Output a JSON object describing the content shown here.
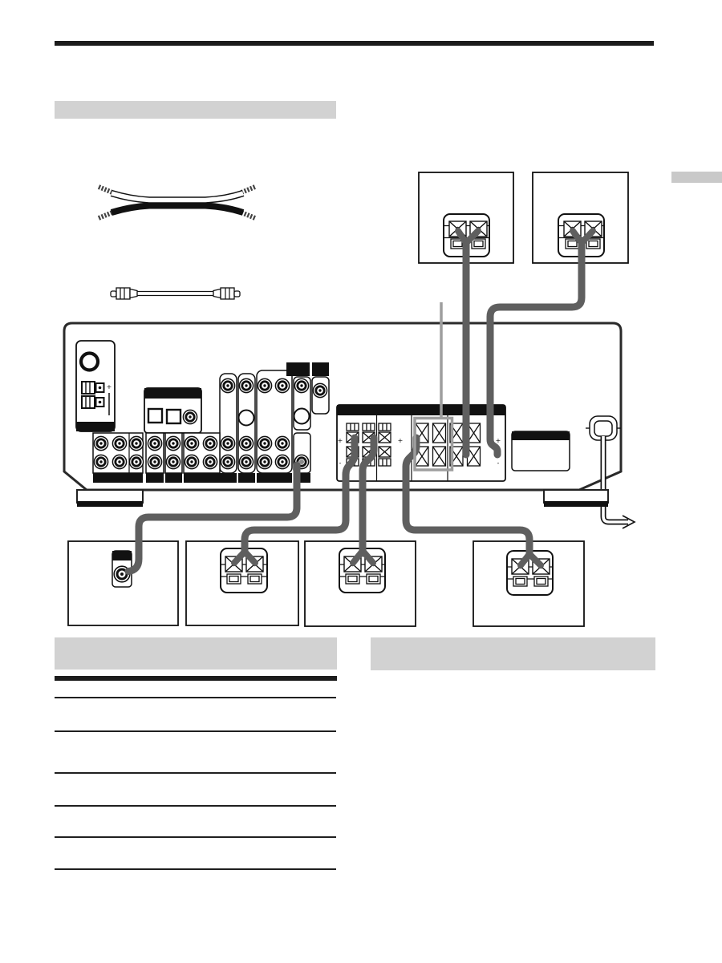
{
  "document": {
    "kind": "manual-page-hookup-diagram",
    "visible_text_note": "all body text on this scanned page is blank; only plus and minus terminal marks are legible"
  },
  "marks": {
    "plus": "+",
    "minus": "-"
  },
  "colors": {
    "page_bg": "#ffffff",
    "rule_black": "#1c1c1c",
    "banner_gray": "#d2d2d2",
    "tab_gray": "#c9c9c9",
    "line_black": "#111111",
    "wire_gray": "#5f5f5f",
    "callout_gray": "#9e9e9e",
    "highlight_gray": "#9e9e9e",
    "dark_jack_center": "#8a8a8a"
  },
  "layout_regions": {
    "top_rule": true,
    "section_banner_top_left": true,
    "page_edge_tab_right": true,
    "speaker_cable_art": true,
    "audio_cable_art": true,
    "front_speaker_boxes": 2,
    "receiver_rear_panel": true,
    "bottom_boxes": 4,
    "bottom_section_banners": 2,
    "table_rule_count": 6
  }
}
